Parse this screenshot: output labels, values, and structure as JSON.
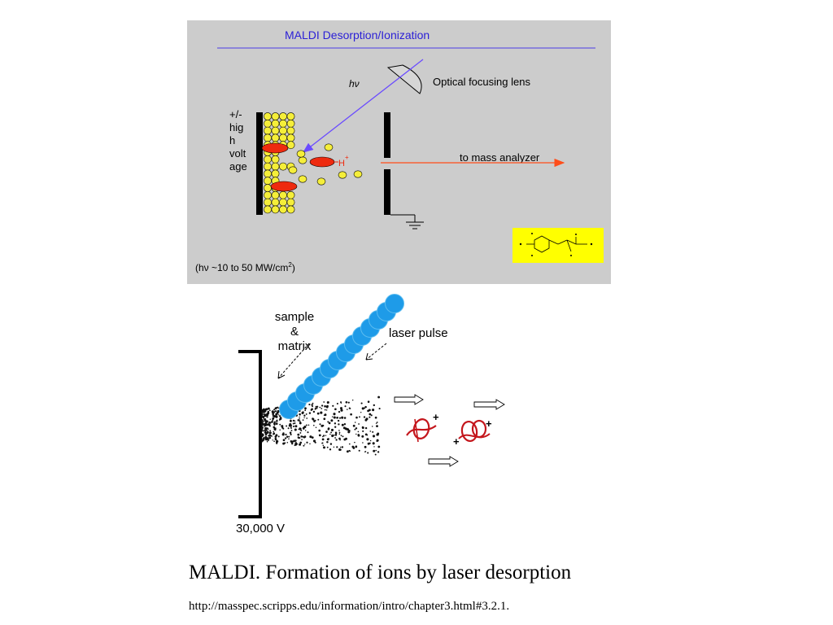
{
  "figure1": {
    "title": "MALDI Desorption/Ionization",
    "hv_label": "hν",
    "lens_label": "Optical focusing lens",
    "voltage_lines": [
      "+/-",
      "hig",
      "h",
      "volt",
      "age"
    ],
    "ion_label": "H",
    "ion_charge": "+",
    "analyzer_label": "to mass analyzer",
    "power_prefix": "(hν ~10 to 50 MW/cm",
    "power_exponent": "2",
    "power_suffix": ")",
    "colors": {
      "background": "#cccccc",
      "title": "#2b1fd6",
      "laser": "#6a4bff",
      "arrow": "#ff4d1a",
      "matrix_dot": "#f5ee3a",
      "analyte": "#ee2a0f",
      "structure_bg": "#ffff00"
    }
  },
  "figure2": {
    "sample_lines": [
      "sample",
      "&",
      "matrix"
    ],
    "laser_label": "laser pulse",
    "voltage_label": "30,000 V",
    "ion_charge": "+",
    "colors": {
      "laser_beam": "#1e9be8",
      "ion": "#c4161c"
    }
  },
  "caption": "MALDI. Formation of ions by laser desorption",
  "source": "http://masspec.scripps.edu/information/intro/chapter3.html#3.2.1."
}
